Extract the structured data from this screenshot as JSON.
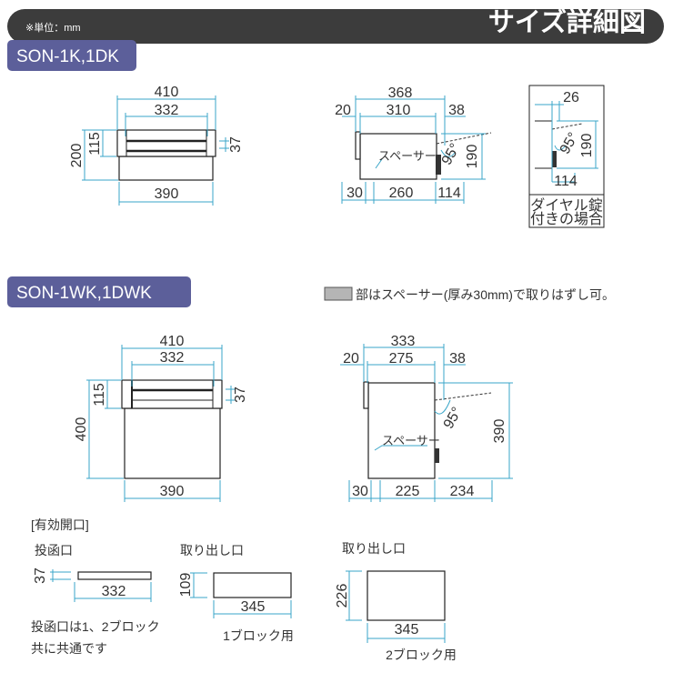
{
  "header": {
    "unit_note": "※単位：mm",
    "title": "サイズ詳細図"
  },
  "colors": {
    "header_bg": "#3c3c3c",
    "section_bg": "#5c5f9a",
    "dimension": "#3aa6c8",
    "spacer": "#b5b5b5"
  },
  "section1": {
    "label": "SON-1K,1DK",
    "front": {
      "w_outer": "410",
      "w_slot": "332",
      "w_body": "390",
      "h_total": "200",
      "h_top": "115",
      "h_slot": "37"
    },
    "side": {
      "depth_total": "368",
      "plate": "20",
      "depth_top": "310",
      "handle": "38",
      "spacer": "30",
      "depth_body": "260",
      "door": "114",
      "height": "190",
      "angle": "95°",
      "spacer_label": "スペーサー"
    },
    "dial": {
      "top": "26",
      "height": "190",
      "angle": "95°",
      "bottom": "114",
      "caption1": "ダイヤル錠",
      "caption2": "付きの場合"
    }
  },
  "section2": {
    "label": "SON-1WK,1DWK",
    "legend": "部はスペーサー(厚み30mm)で取りはずし可。",
    "front": {
      "w_outer": "410",
      "w_slot": "332",
      "w_body": "390",
      "h_total": "400",
      "h_top": "115",
      "h_slot": "37"
    },
    "side": {
      "depth_total": "333",
      "plate": "20",
      "depth_top": "275",
      "handle": "38",
      "spacer": "30",
      "depth_body": "225",
      "door": "234",
      "height": "390",
      "angle": "95°",
      "spacer_label": "スペーサー"
    }
  },
  "openings": {
    "heading": "[有効開口]",
    "slot": {
      "title": "投函口",
      "h": "37",
      "w": "332",
      "note1": "投函口は1、2ブロック",
      "note2": "共に共通です"
    },
    "takeout1": {
      "title": "取り出し口",
      "h": "109",
      "w": "345",
      "caption": "1ブロック用"
    },
    "takeout2": {
      "title": "取り出し口",
      "h": "226",
      "w": "345",
      "caption": "2ブロック用"
    }
  }
}
